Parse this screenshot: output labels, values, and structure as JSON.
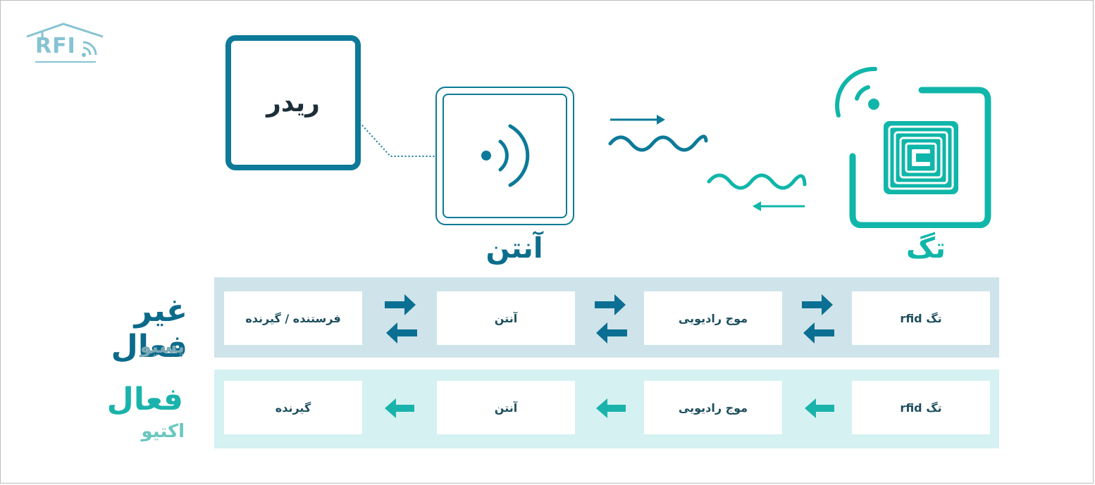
{
  "logo": {
    "text": "RFI"
  },
  "diagram": {
    "reader": {
      "label": "ریدر"
    },
    "antenna": {
      "caption": "آنتن"
    },
    "tag": {
      "caption": "تگ"
    }
  },
  "passive": {
    "title": "غیر فعال",
    "subtitle": "پسیو",
    "cells": [
      "فرستنده / گیرنده",
      "آنتن",
      "موج رادیویی",
      "تگ rfid"
    ]
  },
  "active": {
    "title": "فعال",
    "subtitle": "اکتیو",
    "cells": [
      "گیرنده",
      "آنتن",
      "موج رادیویی",
      "تگ rfid"
    ]
  },
  "colors": {
    "reader": "#0c7a98",
    "tag": "#0fb6a9",
    "passive_band": "#cfe4ea",
    "active_band": "#d5f1f1",
    "passive_arrow": "#0b6f93",
    "active_arrow": "#1ab3ac",
    "logo": "#86c3d3",
    "passive_subtitle": "#7aa8b6",
    "active_subtitle": "#6ac7c0"
  }
}
